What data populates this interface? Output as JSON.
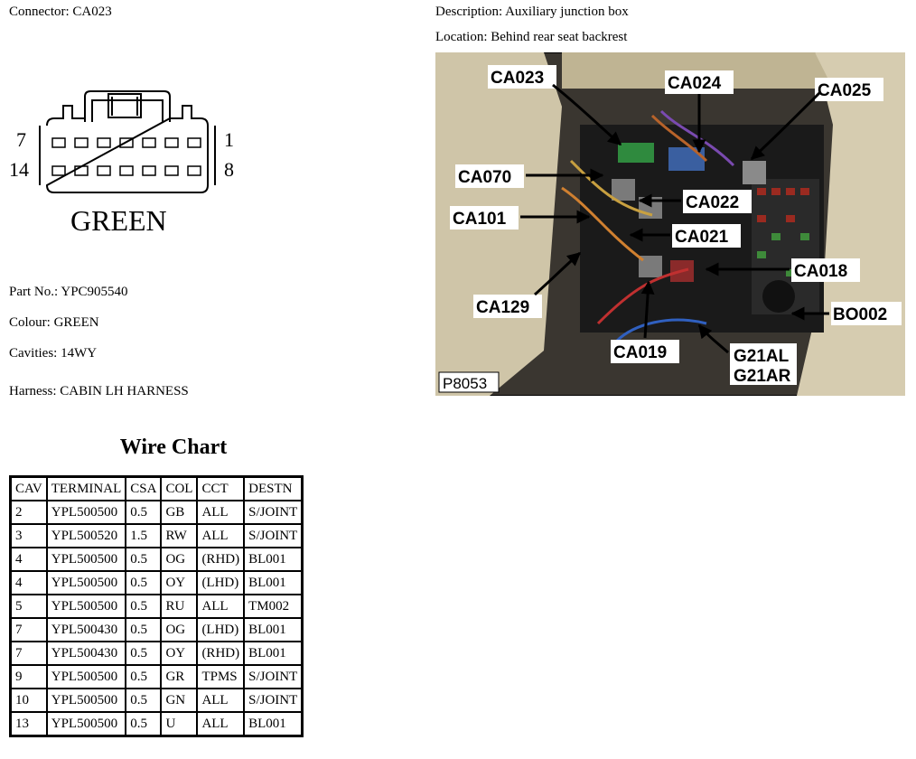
{
  "connector": "Connector: CA023",
  "description": "Description: Auxiliary junction box",
  "location": "Location: Behind rear seat backrest",
  "diagram": {
    "pin_top_left": "7",
    "pin_top_right": "1",
    "pin_bottom_left": "14",
    "pin_bottom_right": "8",
    "color_label": "GREEN"
  },
  "part_no": "Part No.: YPC905540",
  "colour": "Colour: GREEN",
  "cavities": "Cavities: 14WY",
  "harness": "Harness: CABIN LH HARNESS",
  "wire_chart": {
    "title": "Wire Chart",
    "headers": [
      "CAV",
      "TERMINAL",
      "CSA",
      "COL",
      "CCT",
      "DESTN"
    ],
    "rows": [
      [
        "2",
        "YPL500500",
        "0.5",
        "GB",
        "ALL",
        "S/JOINT"
      ],
      [
        "3",
        "YPL500520",
        "1.5",
        "RW",
        "ALL",
        "S/JOINT"
      ],
      [
        "4",
        "YPL500500",
        "0.5",
        "OG",
        "(RHD)",
        "BL001"
      ],
      [
        "4",
        "YPL500500",
        "0.5",
        "OY",
        "(LHD)",
        "BL001"
      ],
      [
        "5",
        "YPL500500",
        "0.5",
        "RU",
        "ALL",
        "TM002"
      ],
      [
        "7",
        "YPL500430",
        "0.5",
        "OG",
        "(LHD)",
        "BL001"
      ],
      [
        "7",
        "YPL500430",
        "0.5",
        "OY",
        "(RHD)",
        "BL001"
      ],
      [
        "9",
        "YPL500500",
        "0.5",
        "GR",
        "TPMS",
        "S/JOINT"
      ],
      [
        "10",
        "YPL500500",
        "0.5",
        "GN",
        "ALL",
        "S/JOINT"
      ],
      [
        "13",
        "YPL500500",
        "0.5",
        "U",
        "ALL",
        "BL001"
      ]
    ]
  },
  "photo": {
    "ref": "P8053",
    "labels": {
      "ca023": "CA023",
      "ca024": "CA024",
      "ca025": "CA025",
      "ca070": "CA070",
      "ca022": "CA022",
      "ca101": "CA101",
      "ca021": "CA021",
      "ca018": "CA018",
      "ca129": "CA129",
      "bo002": "BO002",
      "ca019": "CA019",
      "g21al": "G21AL",
      "g21ar": "G21AR"
    }
  }
}
